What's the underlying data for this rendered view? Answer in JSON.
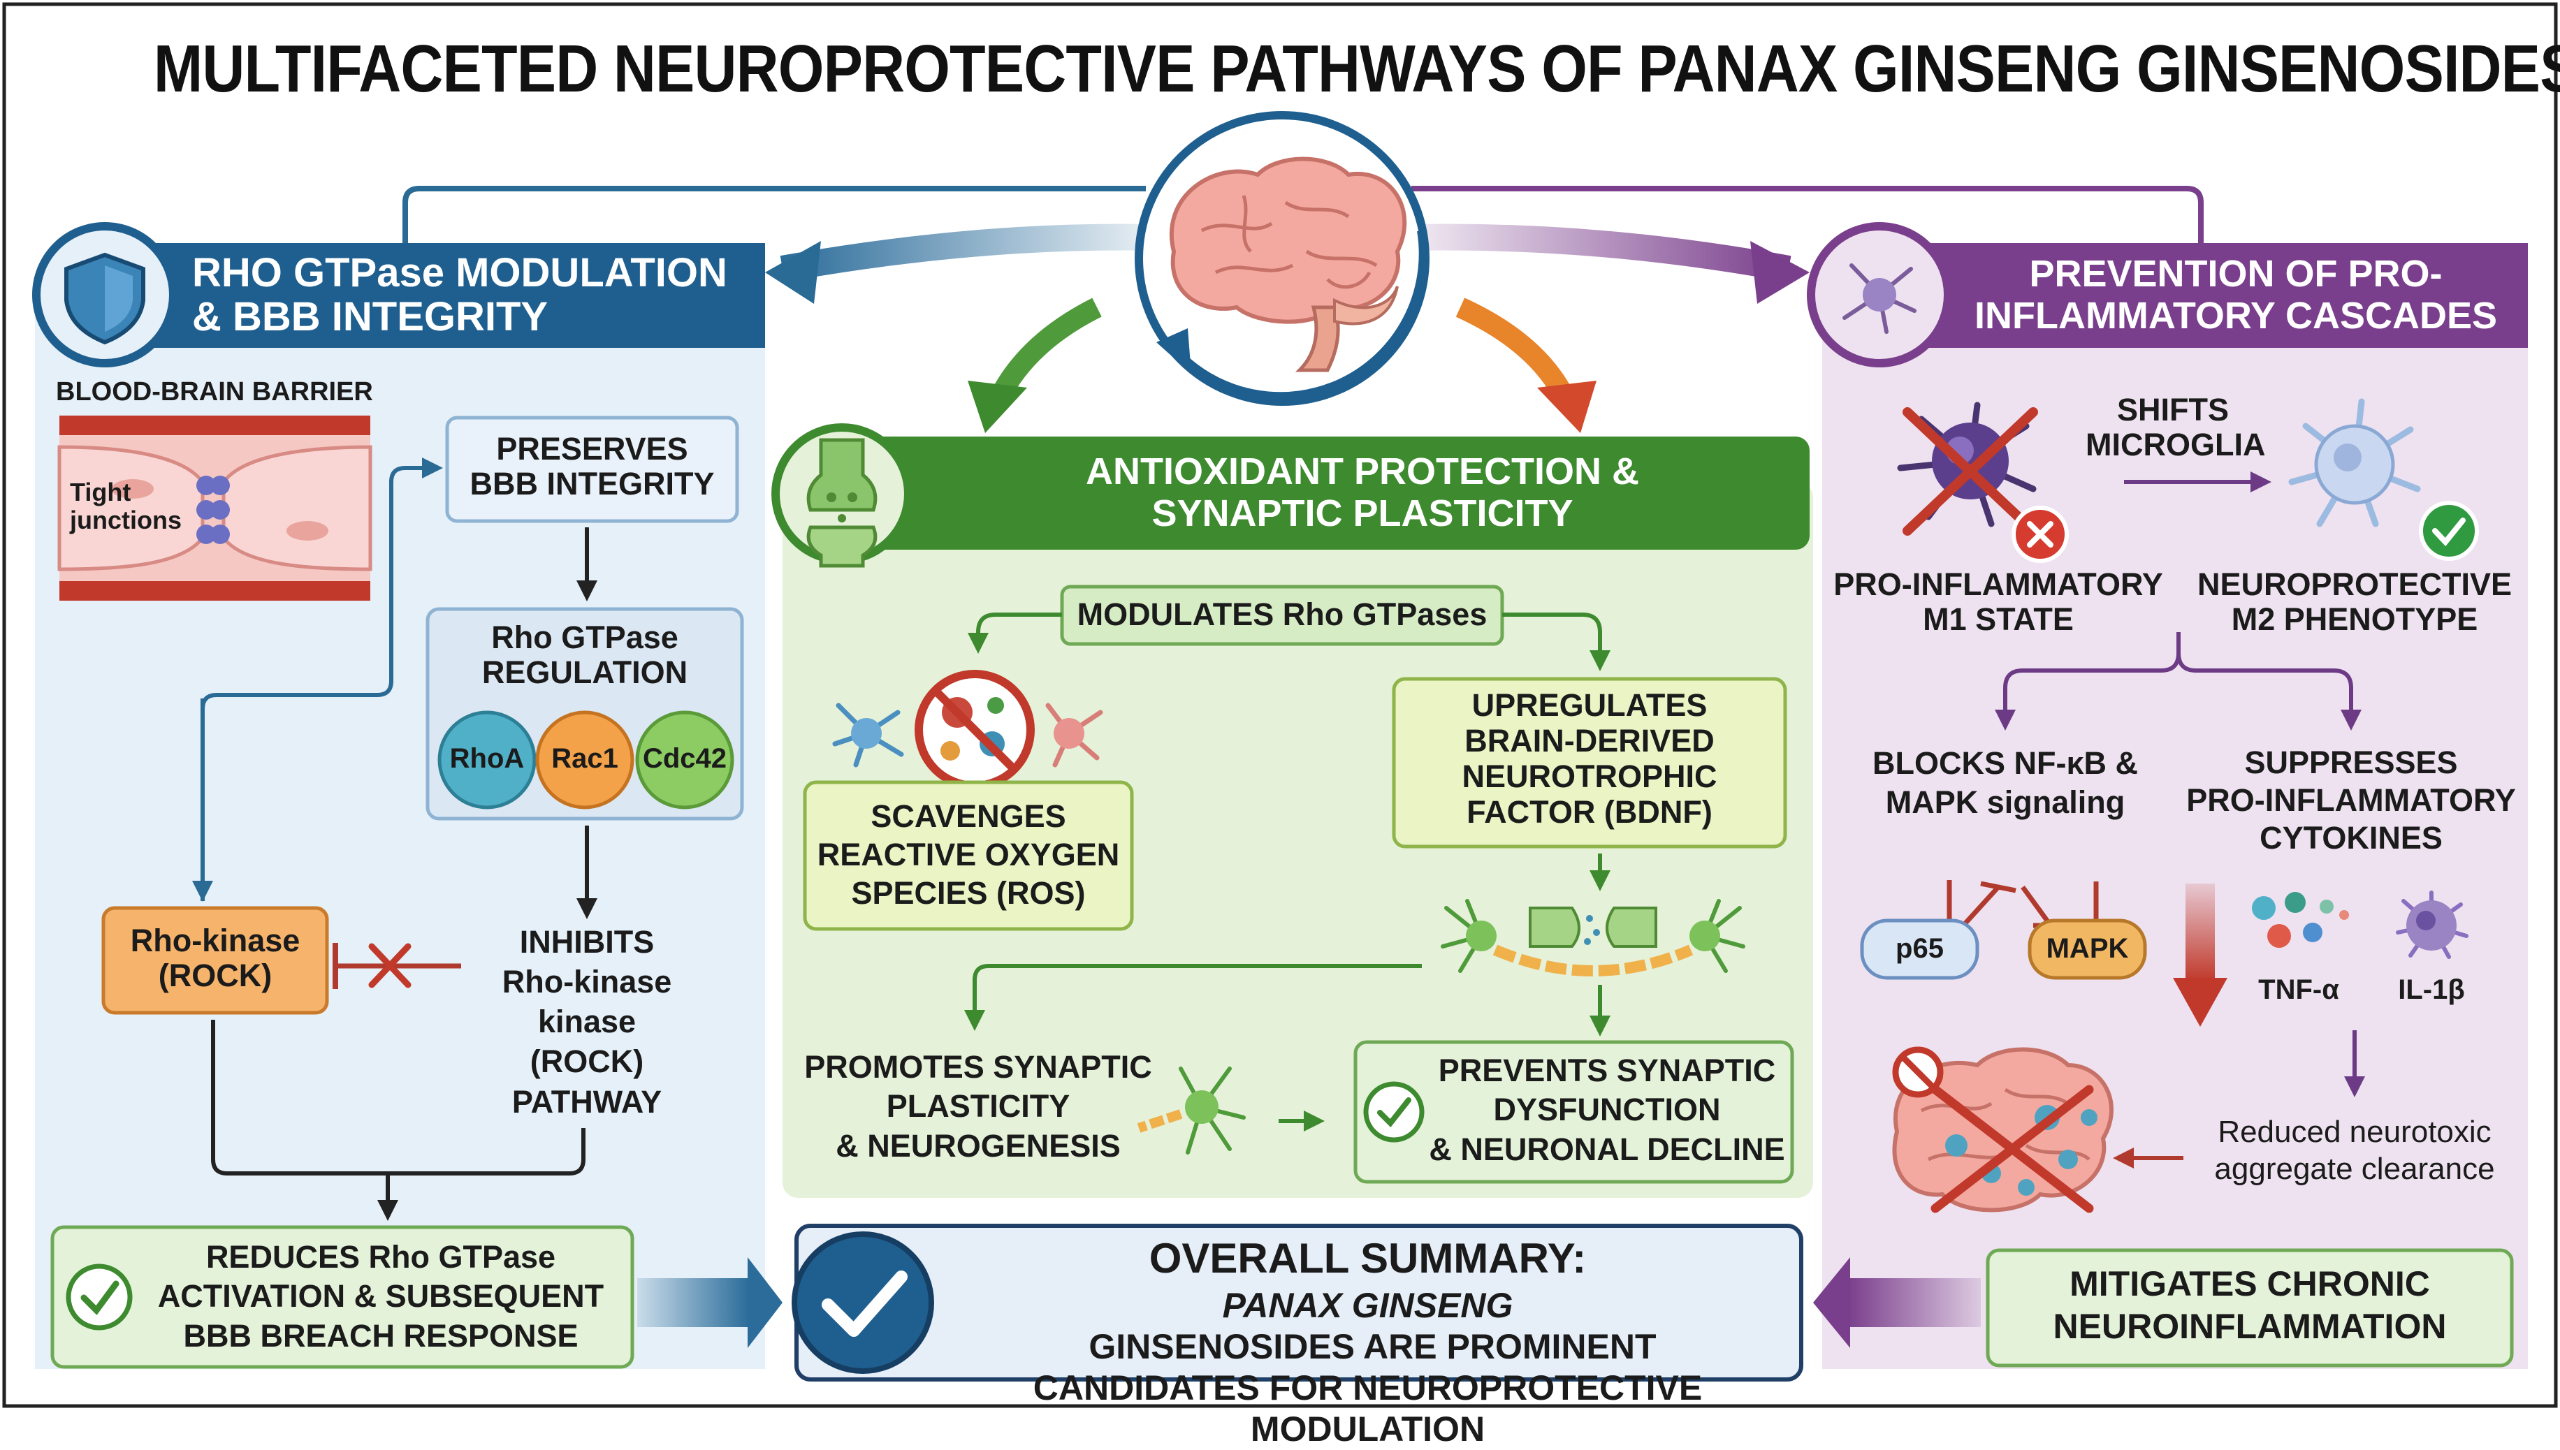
{
  "title": "MULTIFACETED NEUROPROTECTIVE PATHWAYS OF PANAX GINSENG GINSENOSIDES",
  "colors": {
    "blue": "#1f5f8f",
    "green": "#3d8a2f",
    "purple": "#7a3f8c",
    "red": "#c0392b"
  },
  "left_panel": {
    "header_line1": "RHO GTPase MODULATION",
    "header_line2": "& BBB INTEGRITY",
    "bbb_label": "BLOOD-BRAIN BARRIER",
    "tight_line1": "Tight",
    "tight_line2": "junctions",
    "preserves_line1": "PRESERVES",
    "preserves_line2": "BBB INTEGRITY",
    "regulation_line1": "Rho GTPase",
    "regulation_line2": "REGULATION",
    "rhoa": "RhoA",
    "rac1": "Rac1",
    "cdc42": "Cdc42",
    "rock_line1": "Rho-kinase",
    "rock_line2": "(ROCK)",
    "inhibits_line1": "INHIBITS",
    "inhibits_line2": "Rho-kinase",
    "inhibits_line3": "kinase",
    "inhibits_line4": "(ROCK)",
    "inhibits_line5": "PATHWAY",
    "reduces_line1": "REDUCES Rho GTPase",
    "reduces_line2": "ACTIVATION & SUBSEQUENT",
    "reduces_line3": "BBB BREACH RESPONSE"
  },
  "center_panel": {
    "header_line1": "ANTIOXIDANT PROTECTION &",
    "header_line2": "SYNAPTIC PLASTICITY",
    "modulates": "MODULATES Rho GTPases",
    "scavenges_line1": "SCAVENGES",
    "scavenges_line2": "REACTIVE OXYGEN",
    "scavenges_line3": "SPECIES (ROS)",
    "bdnf_line1": "UPREGULATES",
    "bdnf_line2": "BRAIN-DERIVED",
    "bdnf_line3": "NEUROTROPHIC",
    "bdnf_line4": "FACTOR (BDNF)",
    "promotes_line1": "PROMOTES SYNAPTIC",
    "promotes_line2": "PLASTICITY",
    "promotes_line3": "& NEUROGENESIS",
    "prevents_line1": "PREVENTS SYNAPTIC",
    "prevents_line2": "DYSFUNCTION",
    "prevents_line3": "& NEURONAL DECLINE"
  },
  "right_panel": {
    "header_line1": "PREVENTION OF PRO-",
    "header_line2": "INFLAMMATORY CASCADES",
    "shifts_line1": "SHIFTS",
    "shifts_line2": "MICROGLIA",
    "m1_line1": "PRO-INFLAMMATORY",
    "m1_line2": "M1 STATE",
    "m2_line1": "NEUROPROTECTIVE",
    "m2_line2": "M2 PHENOTYPE",
    "blocks_line1": "BLOCKS NF-κB &",
    "blocks_line2": "MAPK signaling",
    "suppresses_line1": "SUPPRESSES",
    "suppresses_line2": "PRO-INFLAMMATORY",
    "suppresses_line3": "CYTOKINES",
    "p65": "p65",
    "mapk": "MAPK",
    "tnf": "TNF-α",
    "il1b": "IL-1β",
    "reduced_line1": "Reduced neurotoxic",
    "reduced_line2": "aggregate clearance",
    "mitigates_line1": "MITIGATES CHRONIC",
    "mitigates_line2": "NEUROINFLAMMATION"
  },
  "summary": {
    "heading": "OVERALL SUMMARY:",
    "line1_italic": "PANAX GINSENG",
    "line1_rest": " GINSENOSIDES ARE PROMINENT",
    "line2": "CANDIDATES FOR NEUROPROTECTIVE MODULATION"
  }
}
